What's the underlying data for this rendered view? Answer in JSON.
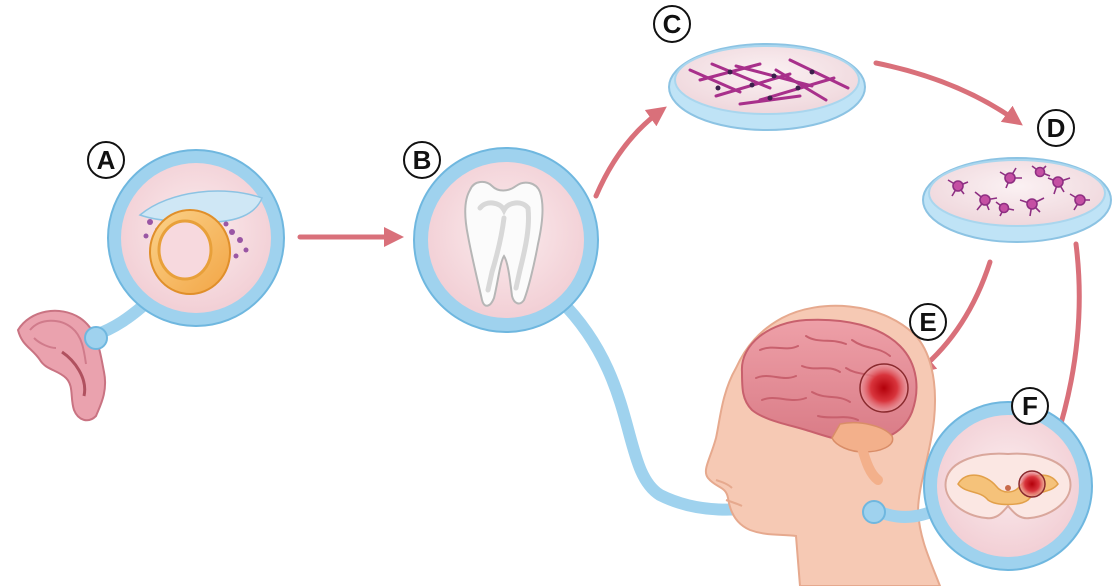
{
  "diagram": {
    "labels": {
      "a": "A",
      "b": "B",
      "c": "C",
      "d": "D",
      "e": "E",
      "f": "F"
    },
    "colors": {
      "arrow": "#d9707a",
      "lens_fill": "#f6dfe2",
      "lens_ring": "#9fd2ee",
      "lens_ring_edge": "#6fb7df",
      "dish_rim": "#bfe3f6",
      "cell_magenta": "#b0328f",
      "skin": "#f6c9b4",
      "brain": "#e9909a",
      "lesion": "#c8181c"
    },
    "icons": [
      "embryo-icon",
      "tooth-icon",
      "spindle-cells-icon",
      "neural-cells-icon",
      "brain-icon",
      "spinal-cord-icon"
    ]
  }
}
